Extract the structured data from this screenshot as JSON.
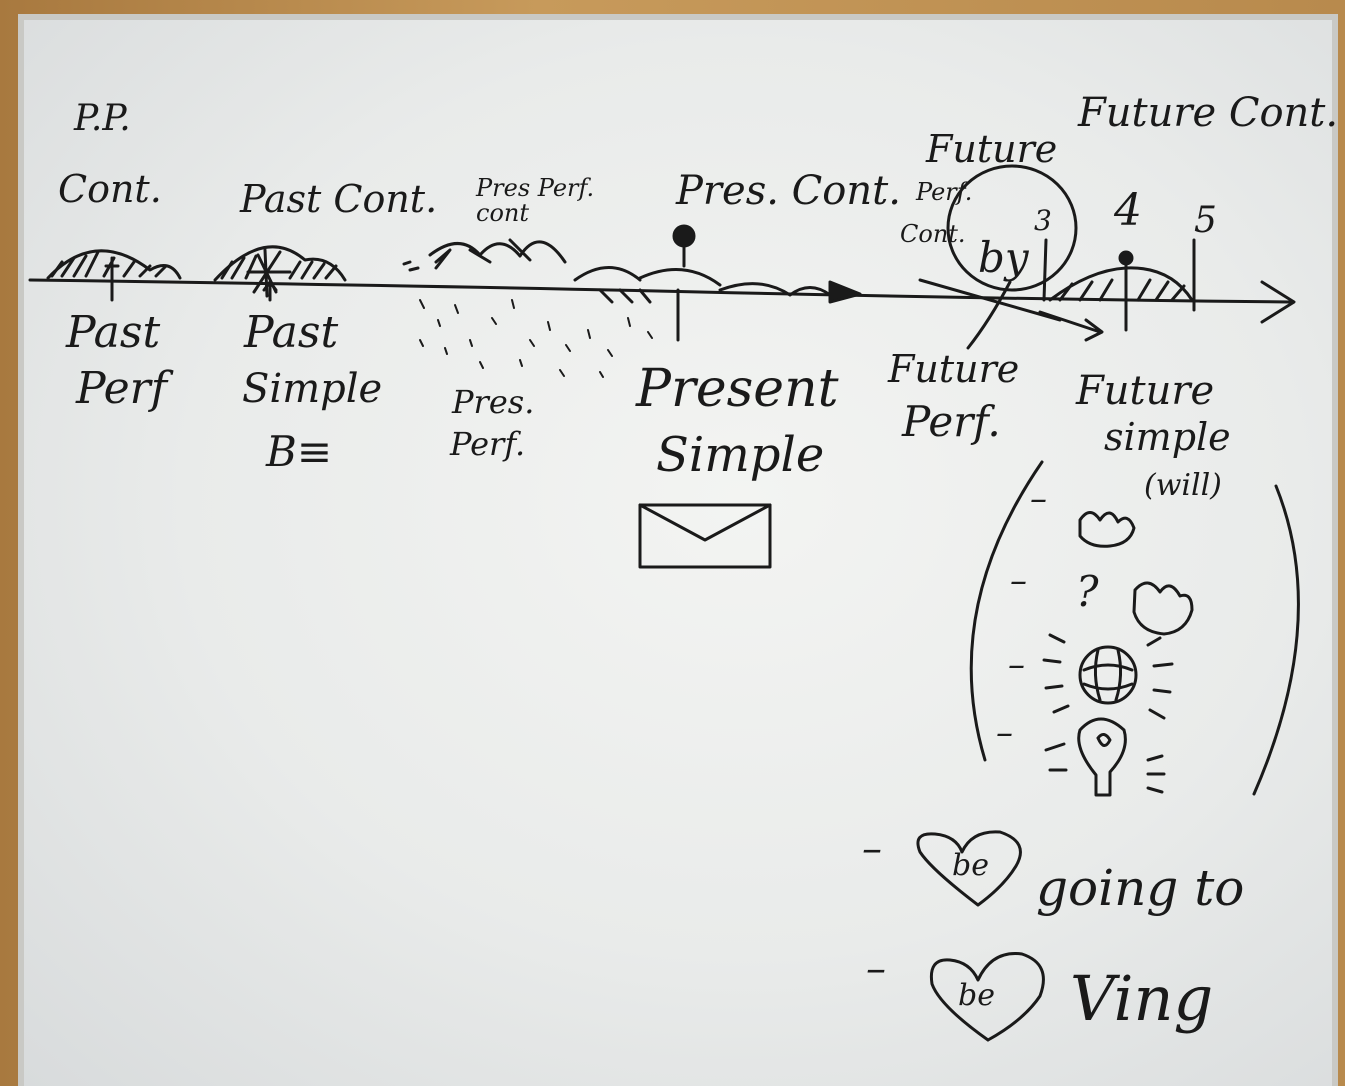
{
  "whiteboard": {
    "labels_above_timeline": {
      "pp_line1": "P.P.",
      "pp_line2": "Cont.",
      "past_cont": "Past Cont.",
      "pres_perf_cont": "Pres Perf. cont",
      "pres_cont": "Pres. Cont.",
      "future_perf_cont_line1": "Future",
      "future_perf_cont_line2": "Perf.",
      "future_perf_cont_line3": "Cont.",
      "future_cont": "Future Cont."
    },
    "timeline_marks": {
      "by": "by",
      "n3": "3",
      "n4": "4",
      "n5": "5"
    },
    "labels_below_timeline": {
      "past_perf_line1": "Past",
      "past_perf_line2": "Perf",
      "past_simple_line1": "Past",
      "past_simple_line2": "Simple",
      "past_simple_icon": "B≡",
      "pres_perf_line1": "Pres.",
      "pres_perf_line2": "Perf.",
      "present_simple_line1": "Present",
      "present_simple_line2": "Simple",
      "future_perf_line1": "Future",
      "future_perf_line2": "Perf.",
      "future_simple_line1": "Future",
      "future_simple_line2": "simple",
      "future_simple_line3": "(will)"
    },
    "future_simple_uses": {
      "dashes": [
        "–",
        "–",
        "–",
        "–"
      ],
      "question": "?"
    },
    "future_forms": {
      "be_1": "be",
      "going_to": "going to",
      "be_2": "be",
      "ving": "Ving"
    },
    "icons": [
      "envelope-icon",
      "hand-icon",
      "question-hand-icon",
      "crystal-ball-icon",
      "lightbulb-icon",
      "heart-icon"
    ]
  }
}
